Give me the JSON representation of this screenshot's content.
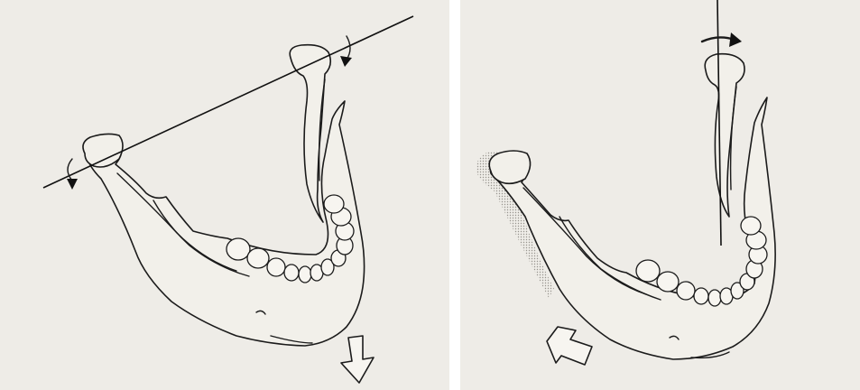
{
  "figure": {
    "panels": [
      {
        "view": "left",
        "depicts": [
          "mandible",
          "transverse-axis-line",
          "rotation-arrows",
          "downward-hollow-arrow"
        ]
      },
      {
        "view": "right",
        "depicts": [
          "mandible",
          "vertical-axis-line",
          "rotation-arrow",
          "lateral-hollow-arrow"
        ]
      }
    ]
  },
  "colors": {
    "paper": "#eeece7",
    "ink": "#1b1b1b",
    "shadow": "#b9b6ae"
  }
}
